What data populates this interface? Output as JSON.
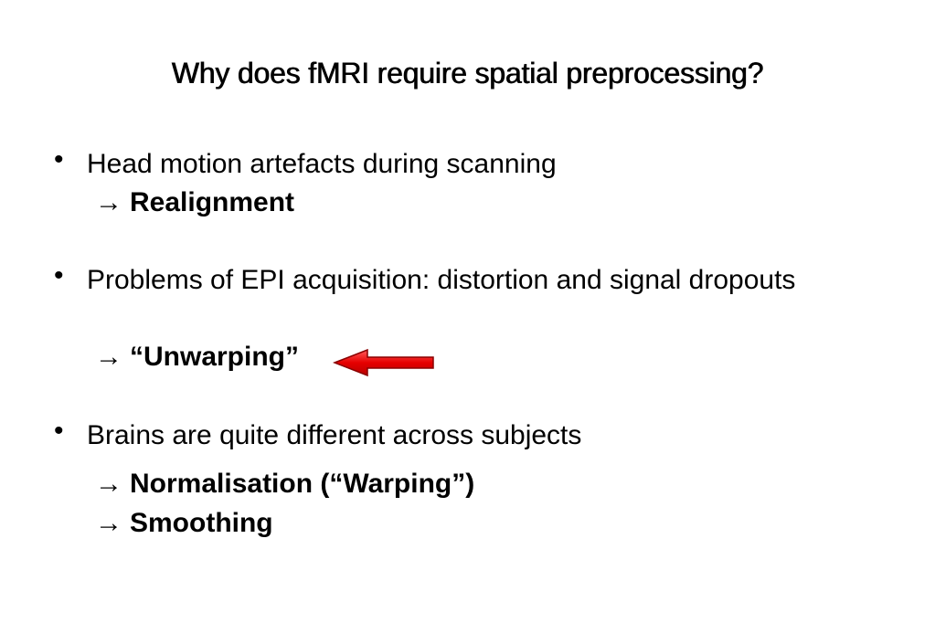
{
  "slide": {
    "title": "Why does fMRI require spatial preprocessing?",
    "bullet_glyph": "•",
    "arrow_glyph": "→",
    "accent_color": "#e60000",
    "points": [
      {
        "text": "Head motion artefacts during scanning",
        "results": [
          "Realignment"
        ]
      },
      {
        "text": "Problems of EPI acquisition: distortion and signal dropouts",
        "results": [
          "“Unwarping”"
        ]
      },
      {
        "text": "Brains are quite different across subjects",
        "results": [
          "Normalisation (“Warping”)",
          "Smoothing"
        ]
      }
    ],
    "highlight_icon": "red-left-arrow-icon"
  }
}
